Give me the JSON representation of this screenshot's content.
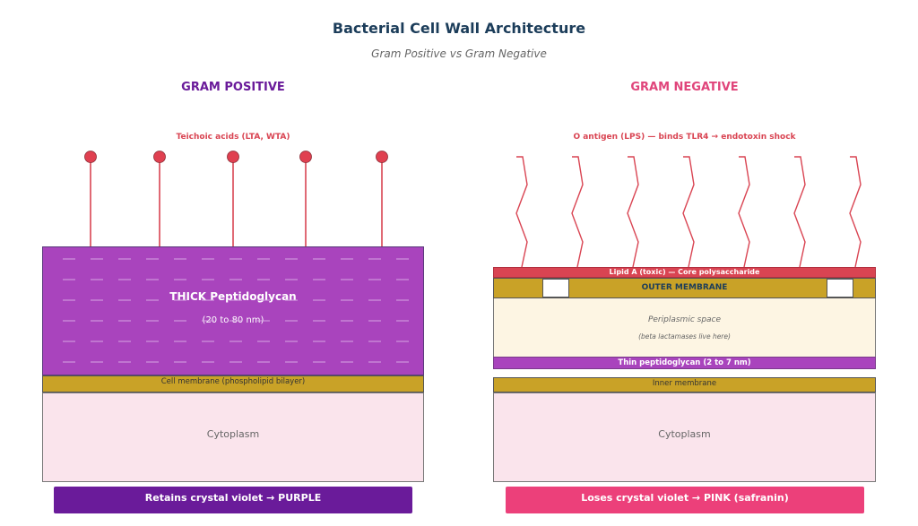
{
  "title": "Bacterial Cell Wall Architecture",
  "subtitle": "Gram Positive vs Gram Negative",
  "gram_positive": {
    "heading": "GRAM POSITIVE",
    "annotation": "Teichoic acids (LTA, WTA)",
    "peptidoglycan_label": "THICK Peptidoglycan",
    "peptidoglycan_thickness": "(20 to 80 nm)",
    "membrane_label": "Cell membrane (phospholipid bilayer)",
    "cytoplasm_label": "Cytoplasm",
    "result_label": "Retains crystal violet → PURPLE",
    "teichoic_acid_count": 5
  },
  "gram_negative": {
    "heading": "GRAM NEGATIVE",
    "annotation": "O antigen (LPS) — binds TLR4 → endotoxin shock",
    "lipid_a_label": "Lipid A (toxic) — Core polysaccharide",
    "outer_membrane_label": "OUTER MEMBRANE",
    "periplasm_label": "Periplasmic space",
    "periplasm_note": "(beta lactamases live here)",
    "peptidoglycan_label": "Thin peptidoglycan (2 to 7 nm)",
    "inner_membrane_label": "Inner membrane",
    "cytoplasm_label": "Cytoplasm",
    "result_label": "Loses crystal violet → PINK (safranin)",
    "o_antigen_count": 7
  },
  "colors": {
    "title": "#1c3d5a",
    "gram_positive": "#6a1b9a",
    "gram_negative": "#ec407a",
    "peptidoglycan": "#a944bd",
    "membrane": "#c9a227",
    "lps": "#d94452",
    "periplasm": "#fdf5e3",
    "cytoplasm": "#fae4ec"
  }
}
